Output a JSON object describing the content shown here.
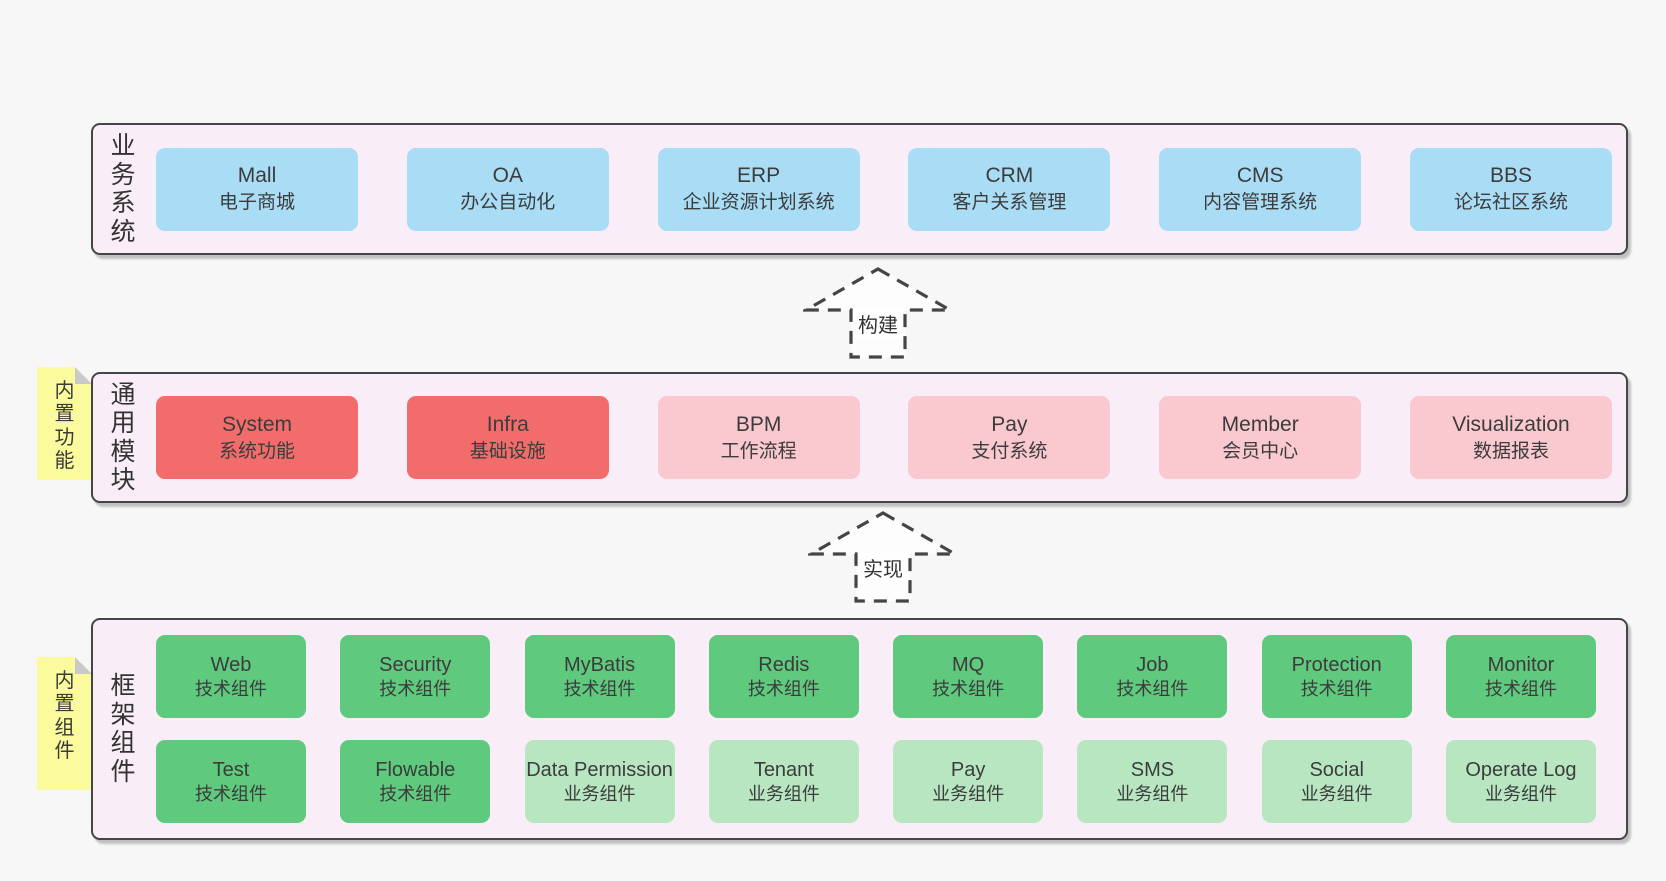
{
  "diagram": {
    "arrows": [
      {
        "label": "构建"
      },
      {
        "label": "实现"
      }
    ],
    "bands": [
      {
        "name": "business-systems",
        "label": "业务系统",
        "sticky": null,
        "rows": [
          [
            {
              "en": "Mall",
              "zh": "电子商城",
              "variant": "blue"
            },
            {
              "en": "OA",
              "zh": "办公自动化",
              "variant": "blue"
            },
            {
              "en": "ERP",
              "zh": "企业资源计划系统",
              "variant": "blue"
            },
            {
              "en": "CRM",
              "zh": "客户关系管理",
              "variant": "blue"
            },
            {
              "en": "CMS",
              "zh": "内容管理系统",
              "variant": "blue"
            },
            {
              "en": "BBS",
              "zh": "论坛社区系统",
              "variant": "blue"
            }
          ]
        ]
      },
      {
        "name": "common-modules",
        "label": "通用模块",
        "sticky": "内置功能",
        "rows": [
          [
            {
              "en": "System",
              "zh": "系统功能",
              "variant": "red"
            },
            {
              "en": "Infra",
              "zh": "基础设施",
              "variant": "red"
            },
            {
              "en": "BPM",
              "zh": "工作流程",
              "variant": "pink"
            },
            {
              "en": "Pay",
              "zh": "支付系统",
              "variant": "pink"
            },
            {
              "en": "Member",
              "zh": "会员中心",
              "variant": "pink"
            },
            {
              "en": "Visualization",
              "zh": "数据报表",
              "variant": "pink"
            }
          ]
        ]
      },
      {
        "name": "framework-components",
        "label": "框架组件",
        "sticky": "内置组件",
        "rows": [
          [
            {
              "en": "Web",
              "zh": "技术组件",
              "variant": "green-dark"
            },
            {
              "en": "Security",
              "zh": "技术组件",
              "variant": "green-dark"
            },
            {
              "en": "MyBatis",
              "zh": "技术组件",
              "variant": "green-dark"
            },
            {
              "en": "Redis",
              "zh": "技术组件",
              "variant": "green-dark"
            },
            {
              "en": "MQ",
              "zh": "技术组件",
              "variant": "green-dark"
            },
            {
              "en": "Job",
              "zh": "技术组件",
              "variant": "green-dark"
            },
            {
              "en": "Protection",
              "zh": "技术组件",
              "variant": "green-dark"
            },
            {
              "en": "Monitor",
              "zh": "技术组件",
              "variant": "green-dark"
            }
          ],
          [
            {
              "en": "Test",
              "zh": "技术组件",
              "variant": "green-dark"
            },
            {
              "en": "Flowable",
              "zh": "技术组件",
              "variant": "green-dark"
            },
            {
              "en": "Data Permission",
              "zh": "业务组件",
              "variant": "green-light"
            },
            {
              "en": "Tenant",
              "zh": "业务组件",
              "variant": "green-light"
            },
            {
              "en": "Pay",
              "zh": "业务组件",
              "variant": "green-light"
            },
            {
              "en": "SMS",
              "zh": "业务组件",
              "variant": "green-light"
            },
            {
              "en": "Social",
              "zh": "业务组件",
              "variant": "green-light"
            },
            {
              "en": "Operate Log",
              "zh": "业务组件",
              "variant": "green-light"
            }
          ]
        ]
      }
    ],
    "colors": {
      "page_bg": "#f7f7f7",
      "band_bg": "#f9eef7",
      "band_border": "#454545",
      "blue_box": "#a9dcf5",
      "red_box": "#f26c6c",
      "pink_box": "#fac8cf",
      "green_dark_box": "#5fc97e",
      "green_light_box": "#b7e6c1",
      "sticky_note": "#fbfb9e",
      "sticky_fold": "#c9c9c9",
      "text": "#3b3b3b"
    }
  }
}
